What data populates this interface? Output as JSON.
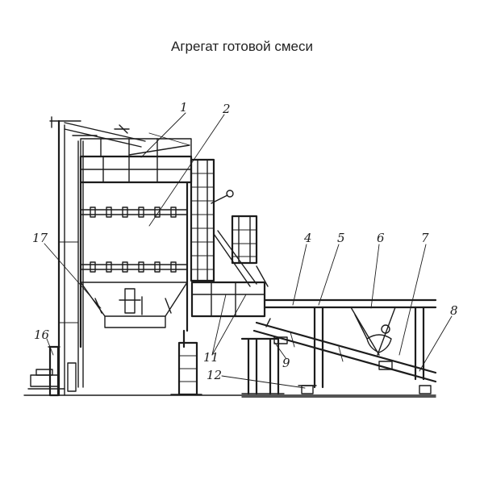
{
  "title": "Агрегат готовой смеси",
  "callouts": [
    {
      "label": "1"
    },
    {
      "label": "2"
    },
    {
      "label": "4"
    },
    {
      "label": "5"
    },
    {
      "label": "6"
    },
    {
      "label": "7"
    },
    {
      "label": "8"
    },
    {
      "label": "9"
    },
    {
      "label": "11"
    },
    {
      "label": "12"
    },
    {
      "label": "16"
    },
    {
      "label": "17"
    }
  ]
}
